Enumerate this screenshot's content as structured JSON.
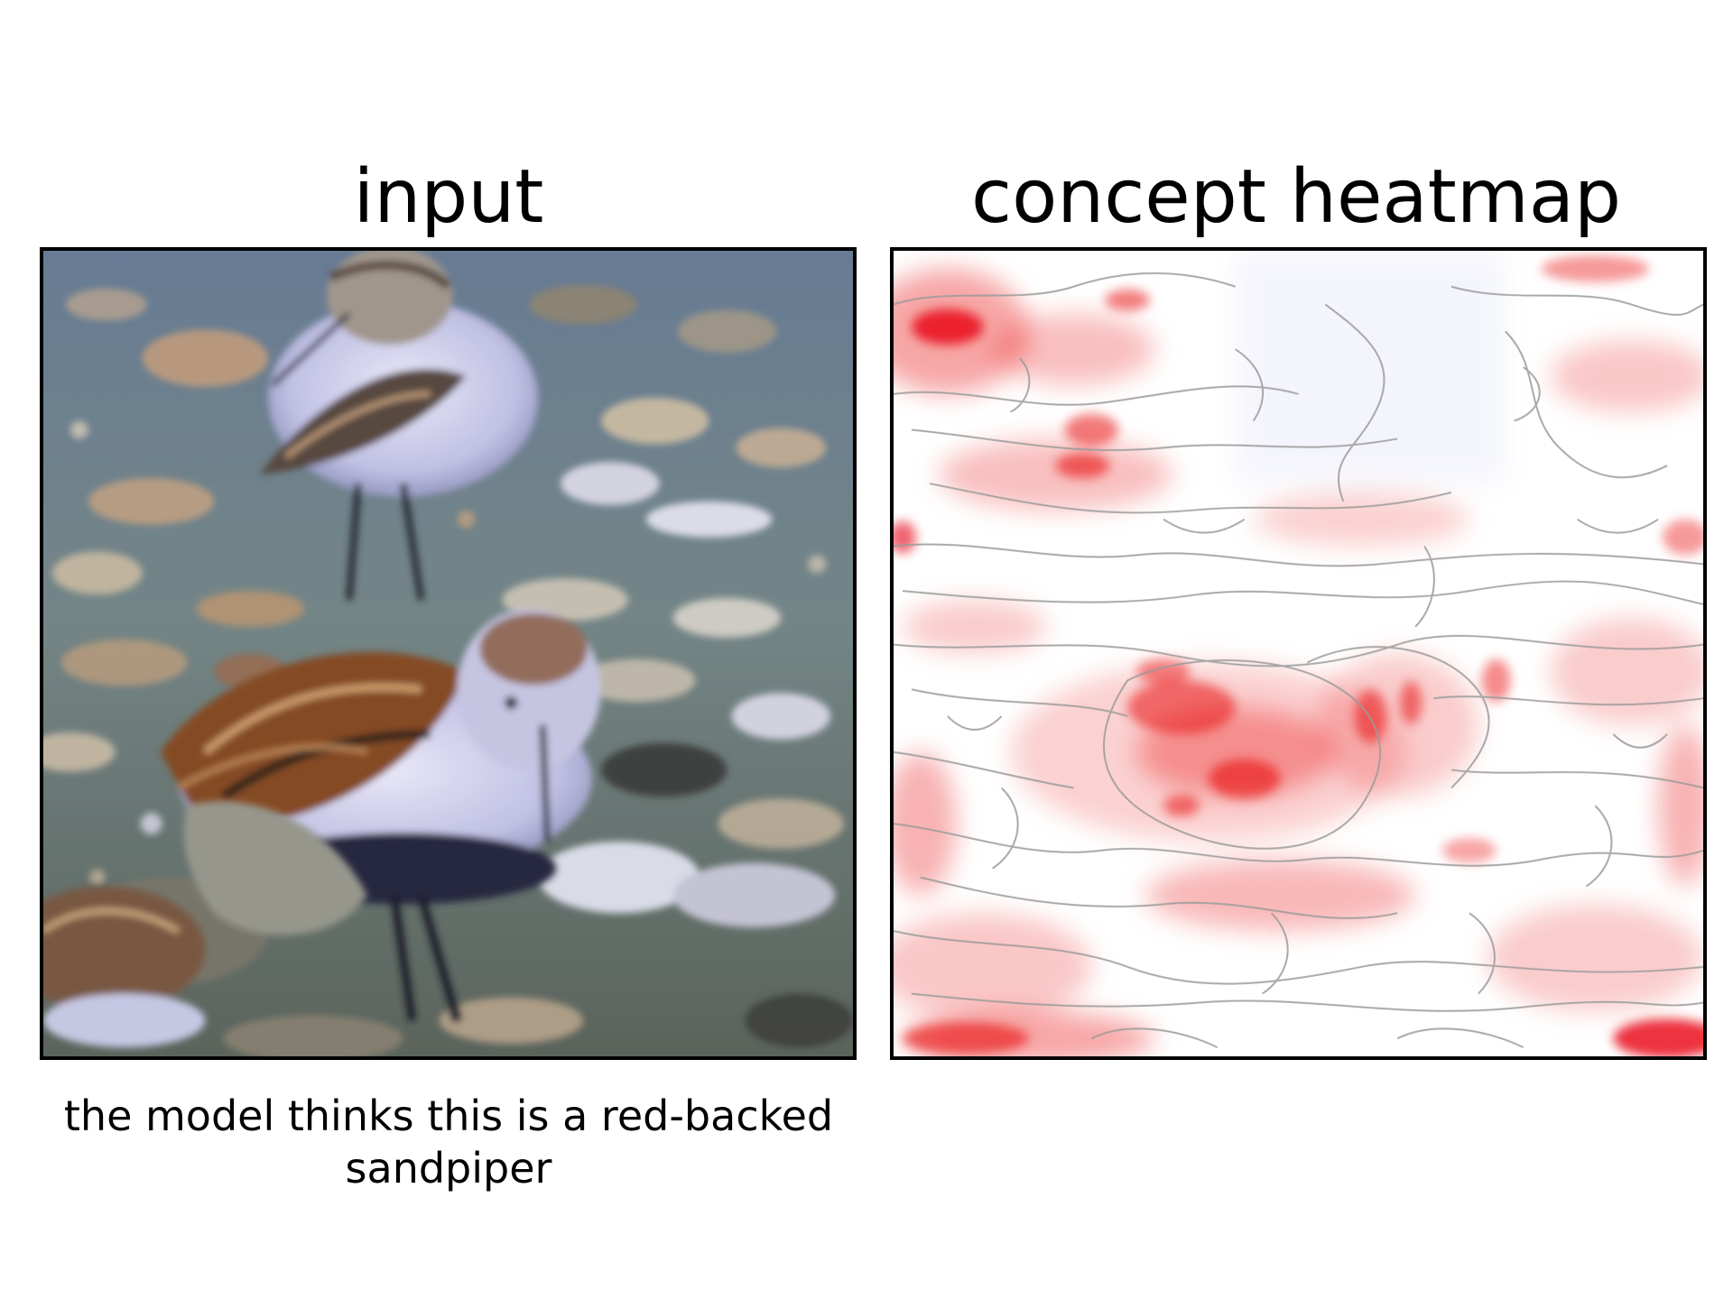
{
  "figure": {
    "panels": [
      {
        "id": "input",
        "title": "input",
        "content": "photograph of two sandpipers on a pebbly shore"
      },
      {
        "id": "heatmap",
        "title": "concept heatmap",
        "content": "red saliency heatmap with grey edge contours"
      }
    ],
    "caption": "the model thinks this is a red-backed sandpiper"
  },
  "colors": {
    "heat": "#e8000b",
    "edge": "#9a9a9a",
    "sand": "#6f8193",
    "plumage": "#8a4b1e"
  }
}
